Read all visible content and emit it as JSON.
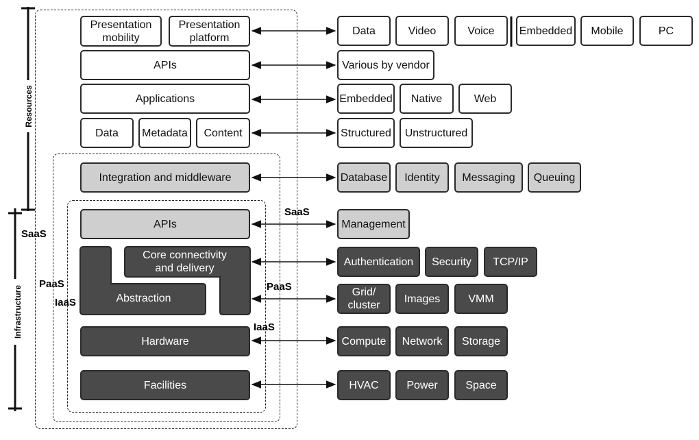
{
  "side_labels": {
    "resources": "Resources",
    "infrastructure": "Infrastructure"
  },
  "tier_labels": {
    "saas_outer": "SaaS",
    "paas_outer": "PaaS",
    "iaas_outer": "IaaS",
    "saas_inner": "SaaS",
    "paas_inner": "PaaS",
    "iaas_inner": "IaaS"
  },
  "left": {
    "presentation_mobility": "Presentation\nmobility",
    "presentation_platform": "Presentation\nplatform",
    "apis_top": "APIs",
    "applications": "Applications",
    "data": "Data",
    "metadata": "Metadata",
    "content": "Content",
    "integration": "Integration and middleware",
    "apis_mid": "APIs",
    "core_connectivity": "Core connectivity\nand delivery",
    "abstraction": "Abstraction",
    "hardware": "Hardware",
    "facilities": "Facilities"
  },
  "right": {
    "row1": [
      "Data",
      "Video",
      "Voice",
      "Embedded",
      "Mobile",
      "PC"
    ],
    "row2": [
      "Various by vendor"
    ],
    "row3": [
      "Embedded",
      "Native",
      "Web"
    ],
    "row4": [
      "Structured",
      "Unstructured"
    ],
    "row5": [
      "Database",
      "Identity",
      "Messaging",
      "Queuing"
    ],
    "row6": [
      "Management"
    ],
    "row7": [
      "Authentication",
      "Security",
      "TCP/IP"
    ],
    "row8": [
      "Grid/\ncluster",
      "Images",
      "VMM"
    ],
    "row9": [
      "Compute",
      "Network",
      "Storage"
    ],
    "row10": [
      "HVAC",
      "Power",
      "Space"
    ]
  }
}
